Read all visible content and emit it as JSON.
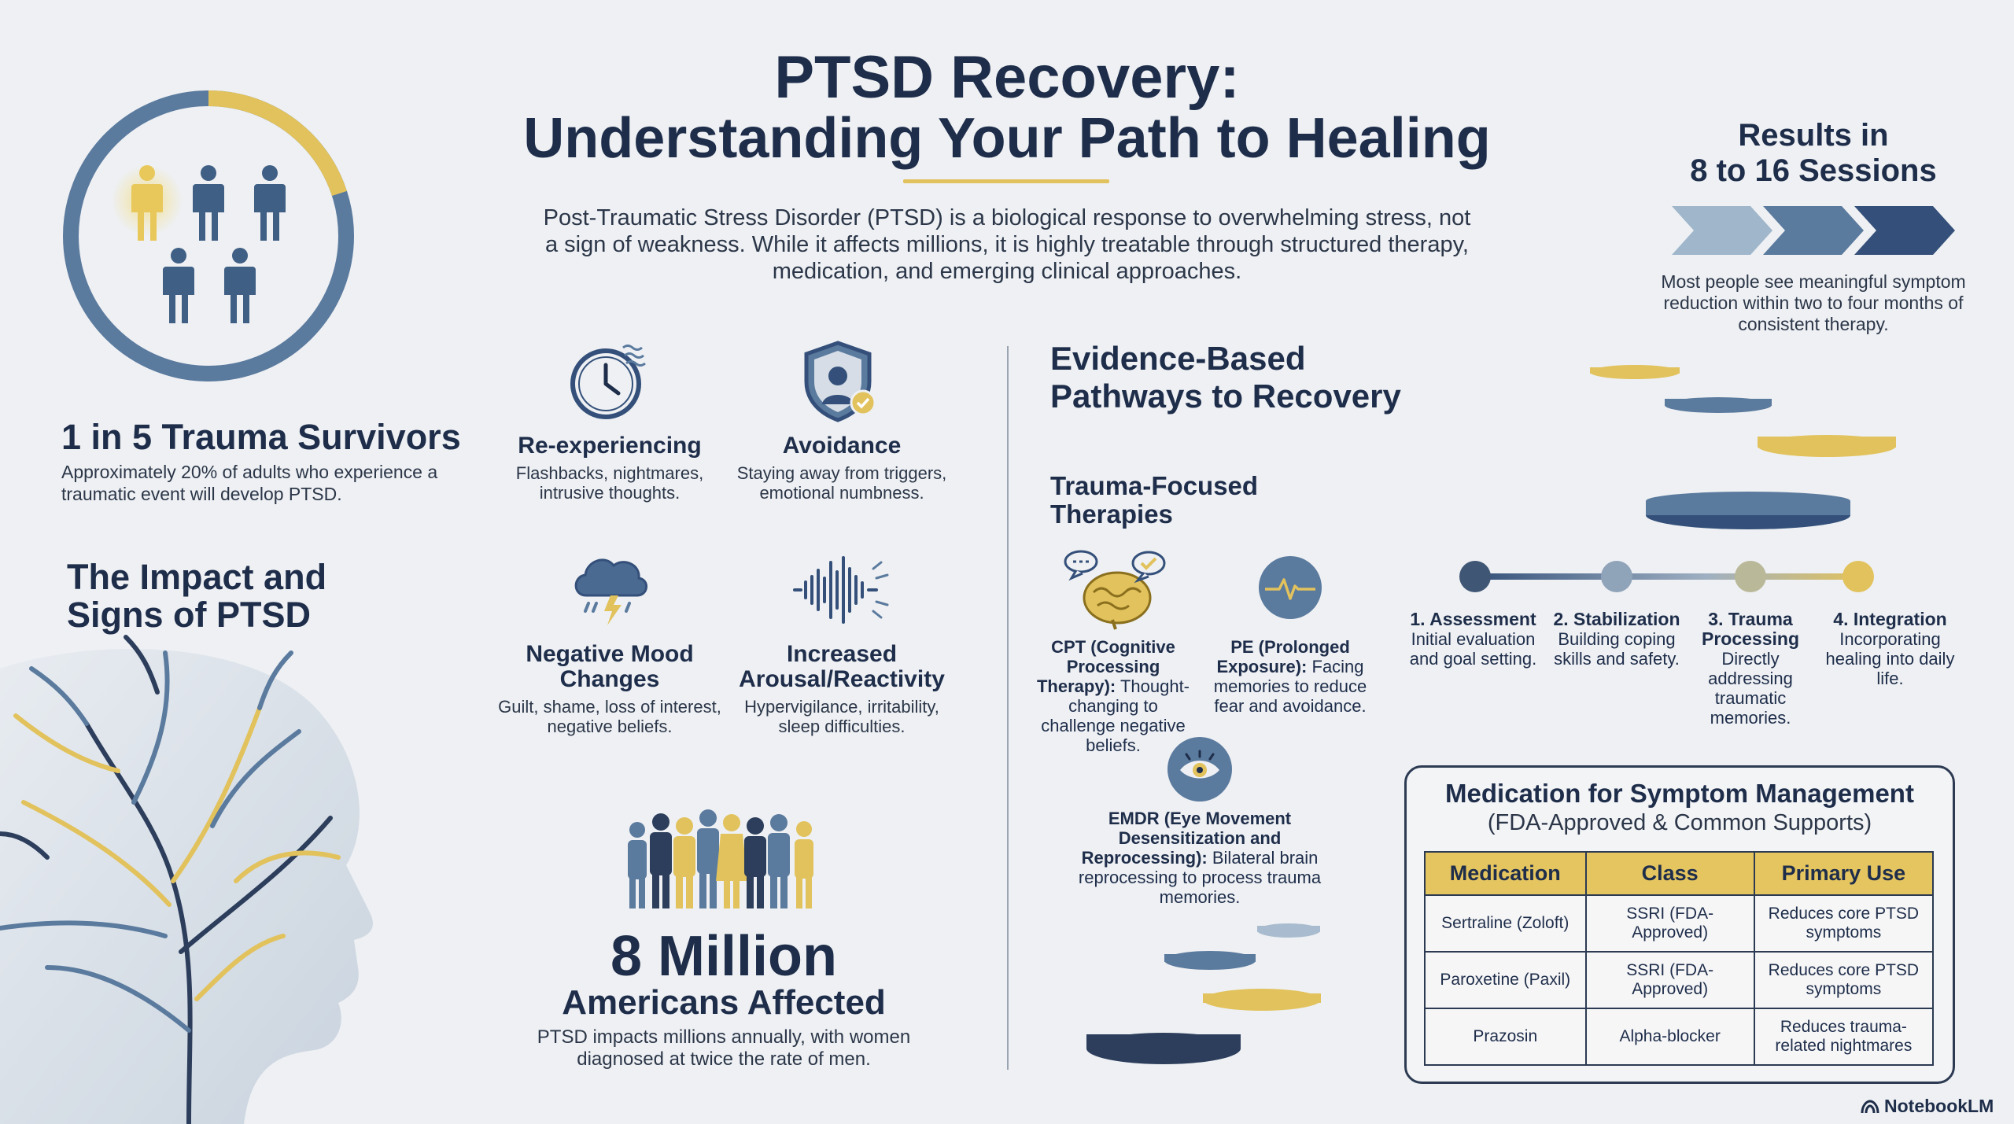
{
  "header": {
    "title_line1": "PTSD Recovery:",
    "title_line2": "Understanding Your Path to Healing",
    "intro": "Post-Traumatic Stress Disorder (PTSD) is a biological response to overwhelming stress, not a sign of weakness. While it affects millions, it is highly treatable through structured therapy, medication, and emerging clinical approaches."
  },
  "survivors": {
    "heading": "1 in 5 Trauma Survivors",
    "body": "Approximately 20% of adults who experience a traumatic event will develop PTSD.",
    "ring_fraction": 0.2
  },
  "impact": {
    "heading_line1": "The Impact and",
    "heading_line2": "Signs of PTSD"
  },
  "symptoms": [
    {
      "icon": "clock-icon",
      "title": "Re-experiencing",
      "desc": "Flashbacks, nightmares, intrusive thoughts."
    },
    {
      "icon": "shield-person-icon",
      "title": "Avoidance",
      "desc": "Staying away from triggers, emotional numbness."
    },
    {
      "icon": "storm-cloud-icon",
      "title": "Negative Mood Changes",
      "desc": "Guilt, shame, loss of interest, negative beliefs."
    },
    {
      "icon": "sound-wave-icon",
      "title": "Increased Arousal/Reactivity",
      "desc": "Hypervigilance, irritability, sleep difficulties."
    }
  ],
  "affected": {
    "number": "8 Million",
    "label": "Americans Affected",
    "body": "PTSD impacts millions annually, with women diagnosed at twice the rate of men."
  },
  "pathways": {
    "heading_line1": "Evidence-Based",
    "heading_line2": "Pathways to Recovery",
    "subheading_line1": "Trauma-Focused",
    "subheading_line2": "Therapies",
    "therapies": [
      {
        "icon": "brain-icon",
        "name": "CPT (Cognitive Processing Therapy):",
        "desc": "Thought-changing to challenge negative beliefs."
      },
      {
        "icon": "heartbeat-icon",
        "name": "PE (Prolonged Exposure):",
        "desc": "Facing memories to reduce fear and avoidance."
      },
      {
        "icon": "eye-icon",
        "name": "EMDR (Eye Movement Desensitization and Reprocessing):",
        "desc": "Bilateral brain reprocessing to process trauma memories."
      }
    ]
  },
  "results": {
    "heading_line1": "Results in",
    "heading_line2": "8 to 16 Sessions",
    "body": "Most people see meaningful symptom reduction within two to four months of consistent therapy."
  },
  "steps": [
    {
      "title": "1. Assessment",
      "desc": "Initial evaluation and goal setting."
    },
    {
      "title": "2. Stabilization",
      "desc": "Building coping skills and safety."
    },
    {
      "title": "3. Trauma Processing",
      "desc": "Directly addressing traumatic memories."
    },
    {
      "title": "4. Integration",
      "desc": "Incorporating healing into daily life."
    }
  ],
  "medication": {
    "title": "Medication for Symptom Management",
    "subtitle": "(FDA-Approved & Common Supports)",
    "columns": [
      "Medication",
      "Class",
      "Primary Use"
    ],
    "rows": [
      [
        "Sertraline (Zoloft)",
        "SSRI (FDA-Approved)",
        "Reduces core PTSD symptoms"
      ],
      [
        "Paroxetine (Paxil)",
        "SSRI (FDA-Approved)",
        "Reduces core PTSD symptoms"
      ],
      [
        "Prazosin",
        "Alpha-blocker",
        "Reduces trauma-related nightmares"
      ]
    ]
  },
  "brand": "NotebookLM",
  "colors": {
    "navy": "#1e2d4a",
    "slate_blue": "#5a7a9e",
    "gold": "#e2c25c",
    "background": "#eef0f3"
  }
}
